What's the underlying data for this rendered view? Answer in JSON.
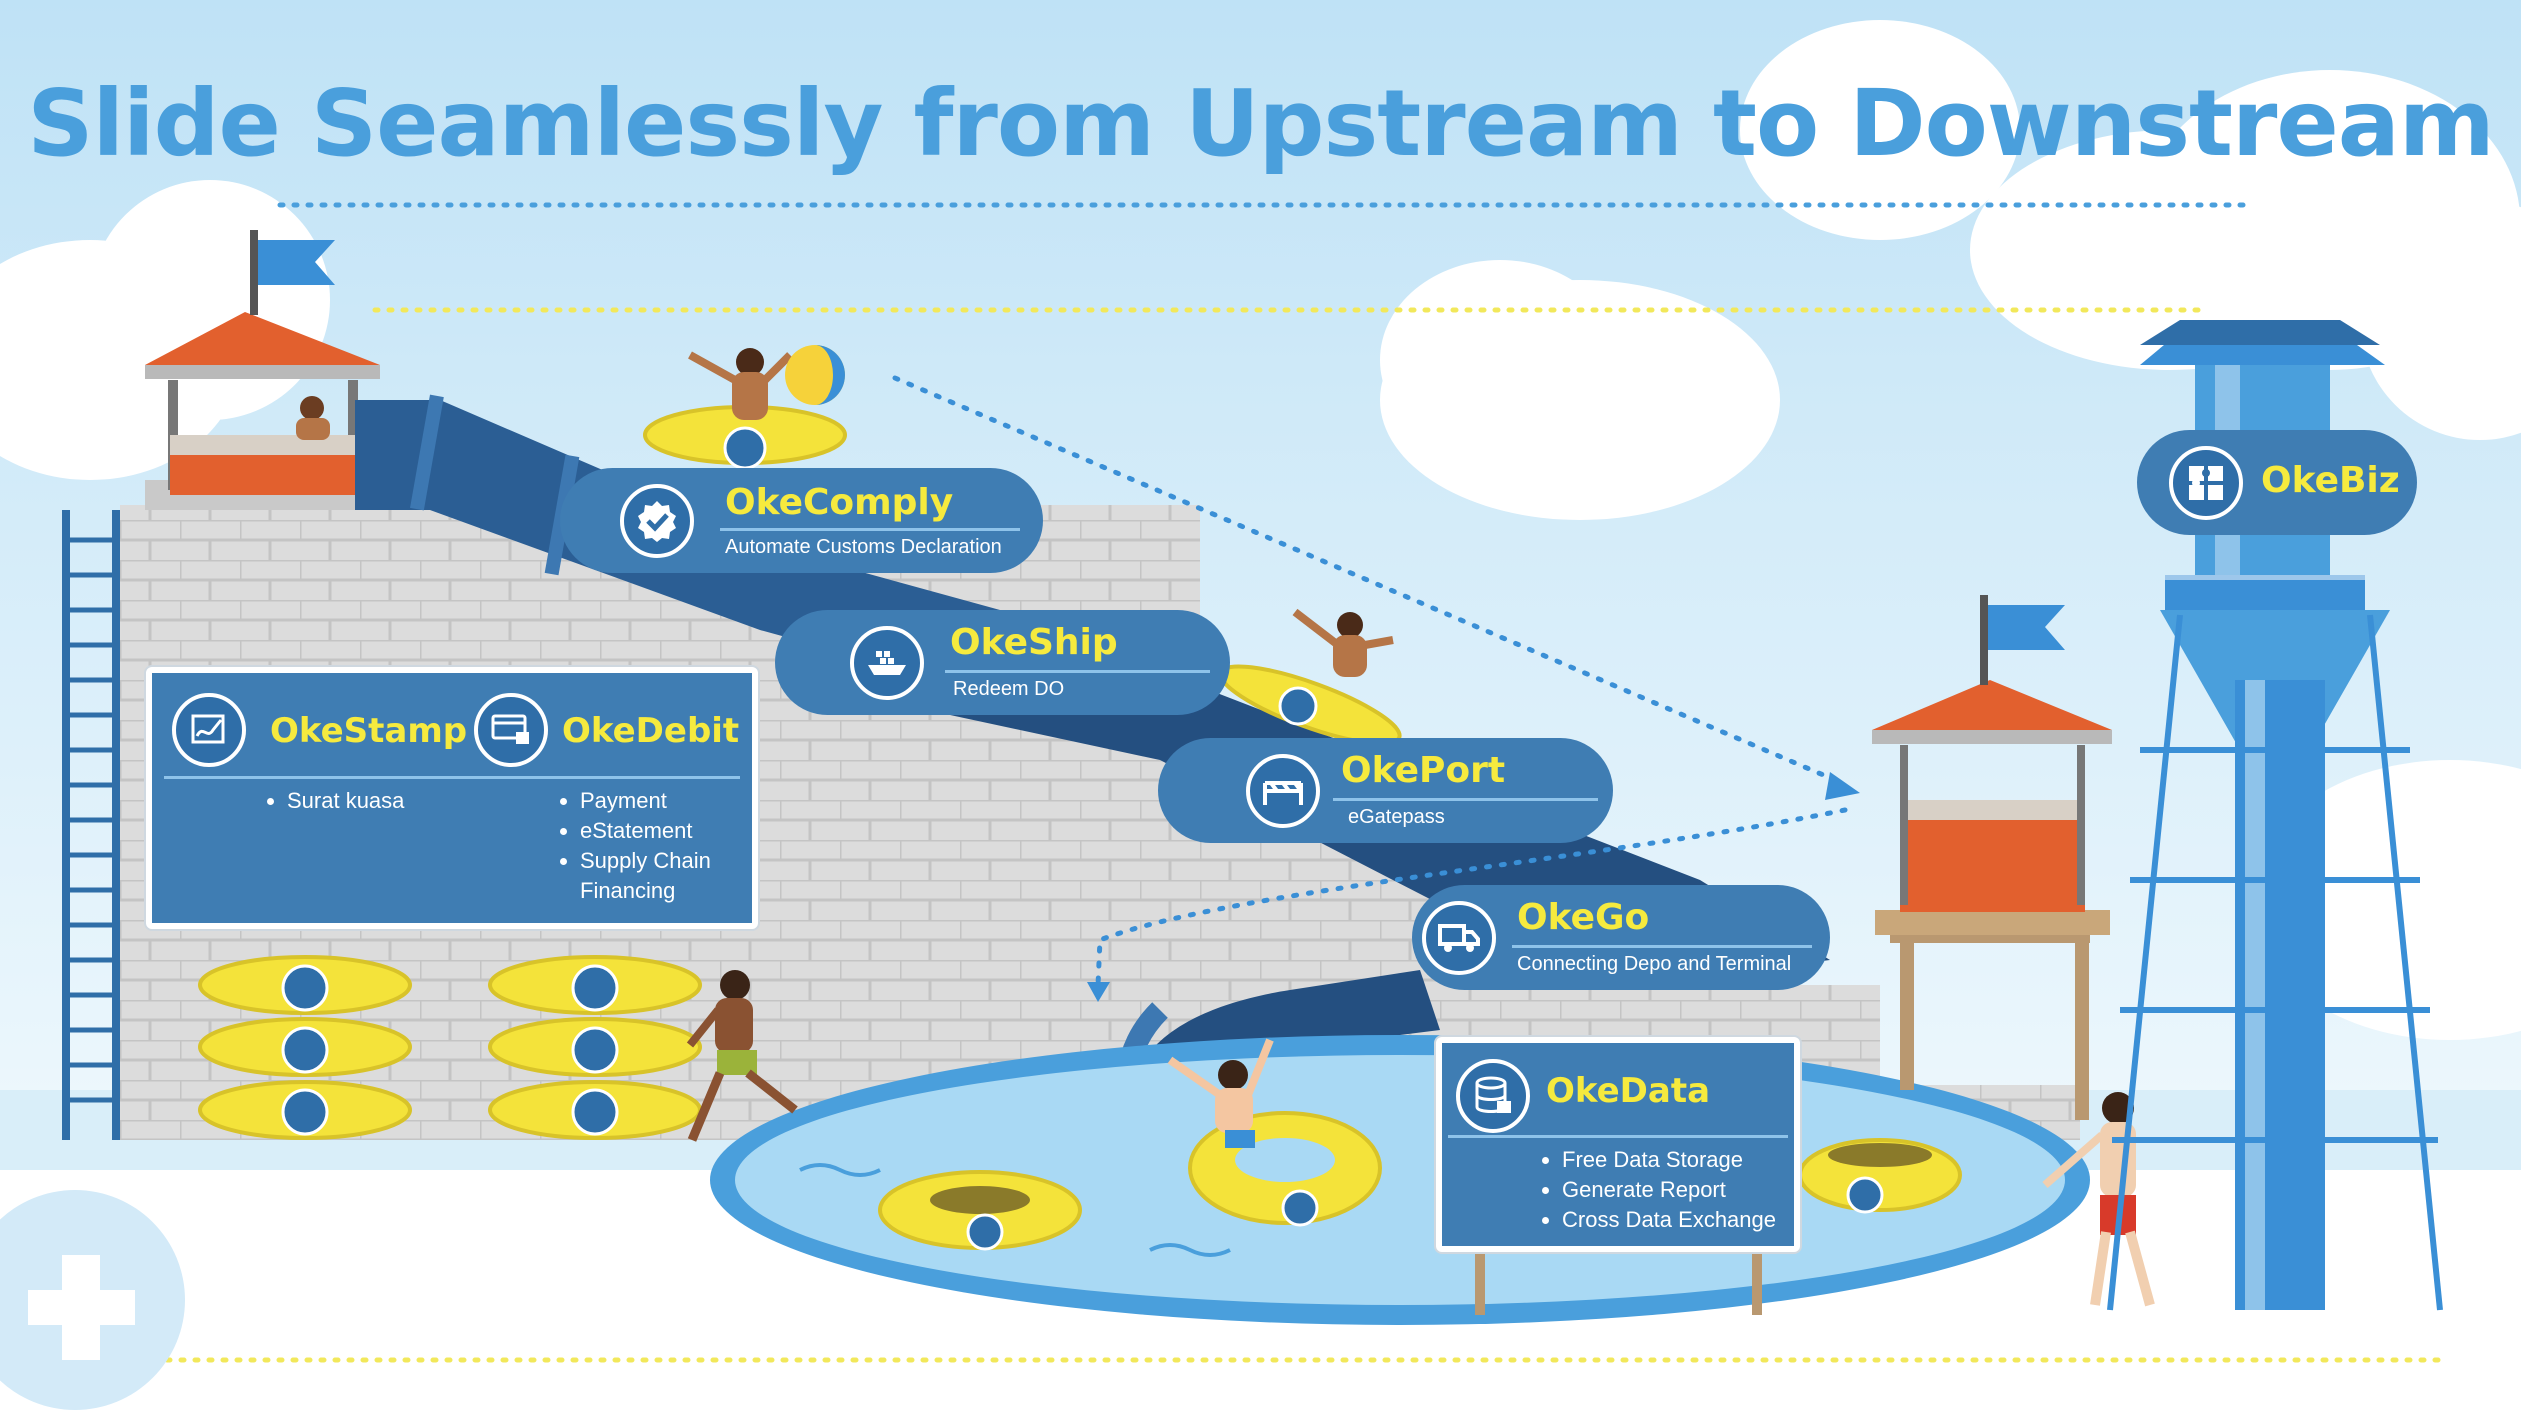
{
  "title": "Slide Seamlessly from Upstream to Downstream",
  "products": {
    "okecomply": {
      "name": "OkeComply",
      "desc": "Automate Customs Declaration",
      "icon": "verified-check-icon"
    },
    "okeship": {
      "name": "OkeShip",
      "desc": "Redeem DO",
      "icon": "ship-icon"
    },
    "okeport": {
      "name": "OkePort",
      "desc": "eGatepass",
      "icon": "port-gate-icon"
    },
    "okego": {
      "name": "OkeGo",
      "desc": "Connecting Depo and Terminal",
      "icon": "truck-icon"
    },
    "okebiz": {
      "name": "OkeBiz",
      "icon": "puzzle-icon"
    },
    "okestamp": {
      "name": "OkeStamp",
      "icon": "signature-icon",
      "features": [
        "Surat kuasa"
      ]
    },
    "okedebit": {
      "name": "OkeDebit",
      "icon": "card-lock-icon",
      "features": [
        "Payment",
        "eStatement",
        "Supply Chain Financing"
      ]
    },
    "okedata": {
      "name": "OkeData",
      "icon": "database-icon",
      "features": [
        "Free Data Storage",
        "Generate Report",
        "Cross Data Exchange"
      ]
    }
  },
  "colors": {
    "title": "#4a9fdc",
    "panel": "#3f7db3",
    "label": "#f6ea3e",
    "roof": "#e2602e",
    "slide": "#2b5e94",
    "tube": "#f4e33a",
    "pool": "#a9d9f4",
    "sky": "#cfe9f8"
  }
}
